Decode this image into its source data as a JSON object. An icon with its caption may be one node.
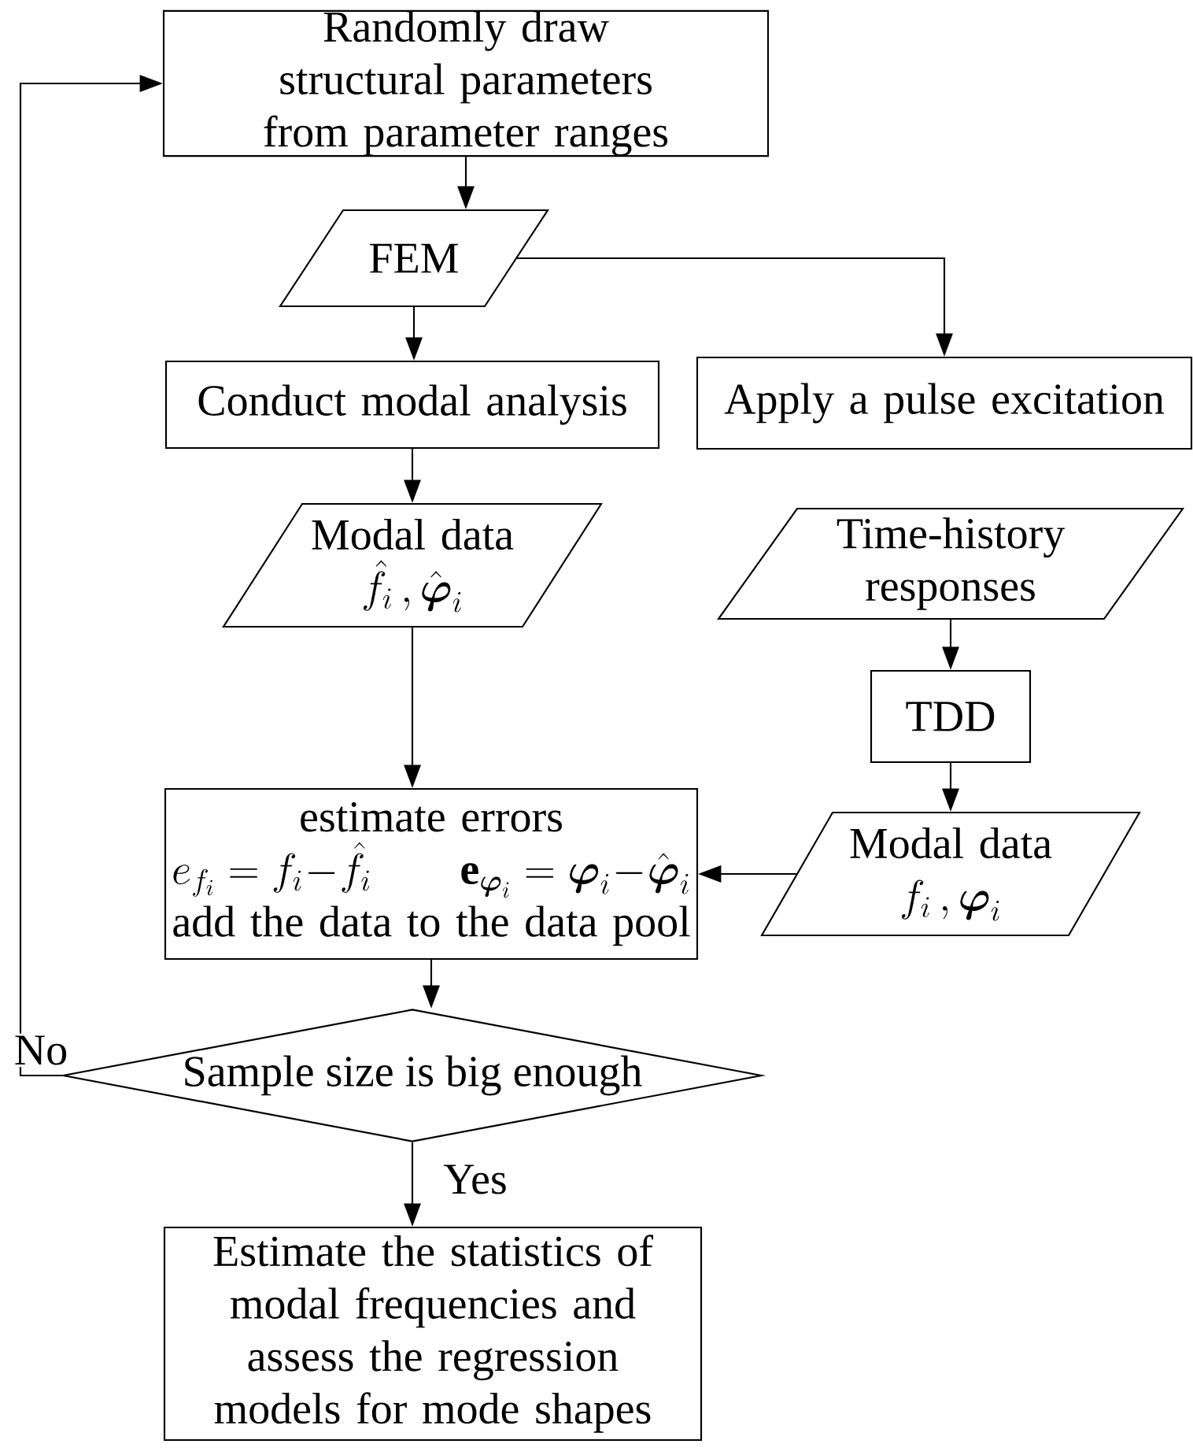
{
  "diagram": {
    "nodes": [
      {
        "text": [
          "Randomly draw structural parameters from parameter ranges"
        ]
      },
      {
        "text": [
          "FEM"
        ]
      },
      {
        "text": [
          "Conduct modal analysis"
        ]
      },
      {
        "text": [
          "Apply a pulse excitation"
        ]
      },
      {
        "text": [
          "Modal data",
          "\\hat{f}_i\\,, \\hat{\\boldsymbol{\\varphi}}_i"
        ]
      },
      {
        "text": [
          "Time-history responses"
        ]
      },
      {
        "text": [
          "TDD"
        ]
      },
      {
        "text": [
          "estimate errors",
          "e_{f_i} = f_i - \\hat{f}_i",
          "\\mathbf{e}_{\\boldsymbol{\\varphi}_i} = \\boldsymbol{\\varphi}_i - \\hat{\\boldsymbol{\\varphi}}_i",
          "add the data to the data pool"
        ]
      },
      {
        "text": [
          "Modal data",
          "f_i\\,, \\boldsymbol{\\varphi}_i"
        ]
      },
      {
        "text": [
          "Sample size is big enough"
        ]
      },
      {
        "text": [
          "Estimate the statistics of modal frequencies and assess the regression models for mode shapes"
        ]
      }
    ],
    "edges": [
      {
        "from": 0,
        "to": 1,
        "arrow": "to"
      },
      {
        "from": 1,
        "to": 2,
        "arrow": "to"
      },
      {
        "from": 1,
        "to": 3,
        "arrow": "to"
      },
      {
        "from": 2,
        "to": 4,
        "arrow": "to"
      },
      {
        "from": 5,
        "to": 6,
        "arrow": "to"
      },
      {
        "from": 6,
        "to": 8,
        "arrow": "to"
      },
      {
        "from": 4,
        "to": 7,
        "arrow": "to"
      },
      {
        "from": 8,
        "to": 7,
        "arrow": "to"
      },
      {
        "from": 7,
        "to": 9,
        "arrow": "to"
      },
      {
        "from": 9,
        "to": 10,
        "label": "Yes",
        "arrow": "to"
      },
      {
        "from": 9,
        "to": 0,
        "label": "No",
        "arrow": "to"
      }
    ]
  }
}
